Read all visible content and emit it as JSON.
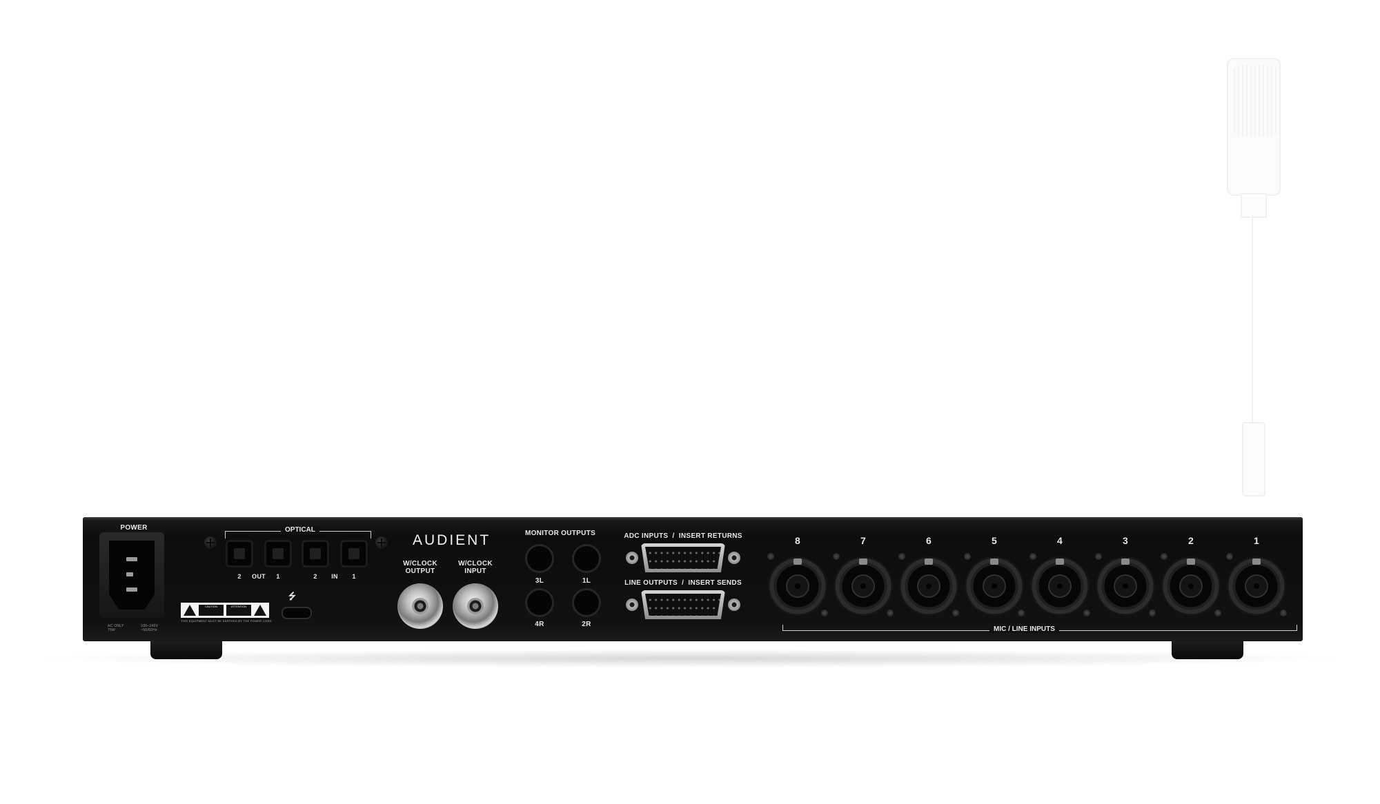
{
  "device": {
    "brand": "AUDIENT",
    "power_label": "POWER",
    "power_rating": "AC ONLY\n75W",
    "power_voltage": "100–240V\n~50/60Hz",
    "optical_label": "OPTICAL",
    "optical_ports": [
      "2",
      "OUT",
      "1",
      "2",
      "IN",
      "1"
    ],
    "warning_text": "THIS EQUIPMENT MUST BE EARTHED BY THE POWER CORD",
    "warning_caution": "CAUTION",
    "warning_attention": "ATTENTION",
    "wclock_output": "W/CLOCK\nOUTPUT",
    "wclock_input": "W/CLOCK\nINPUT",
    "monitor_outputs_label": "MONITOR OUTPUTS",
    "monitor_jacks": [
      "3L",
      "1L",
      "4R",
      "2R"
    ],
    "adc_label": "ADC INPUTS  /  INSERT RETURNS",
    "line_outputs_label": "LINE OUTPUTS  /  INSERT SENDS",
    "mic_inputs": [
      "8",
      "7",
      "6",
      "5",
      "4",
      "3",
      "2",
      "1"
    ],
    "mic_line_label": "MIC / LINE INPUTS"
  }
}
